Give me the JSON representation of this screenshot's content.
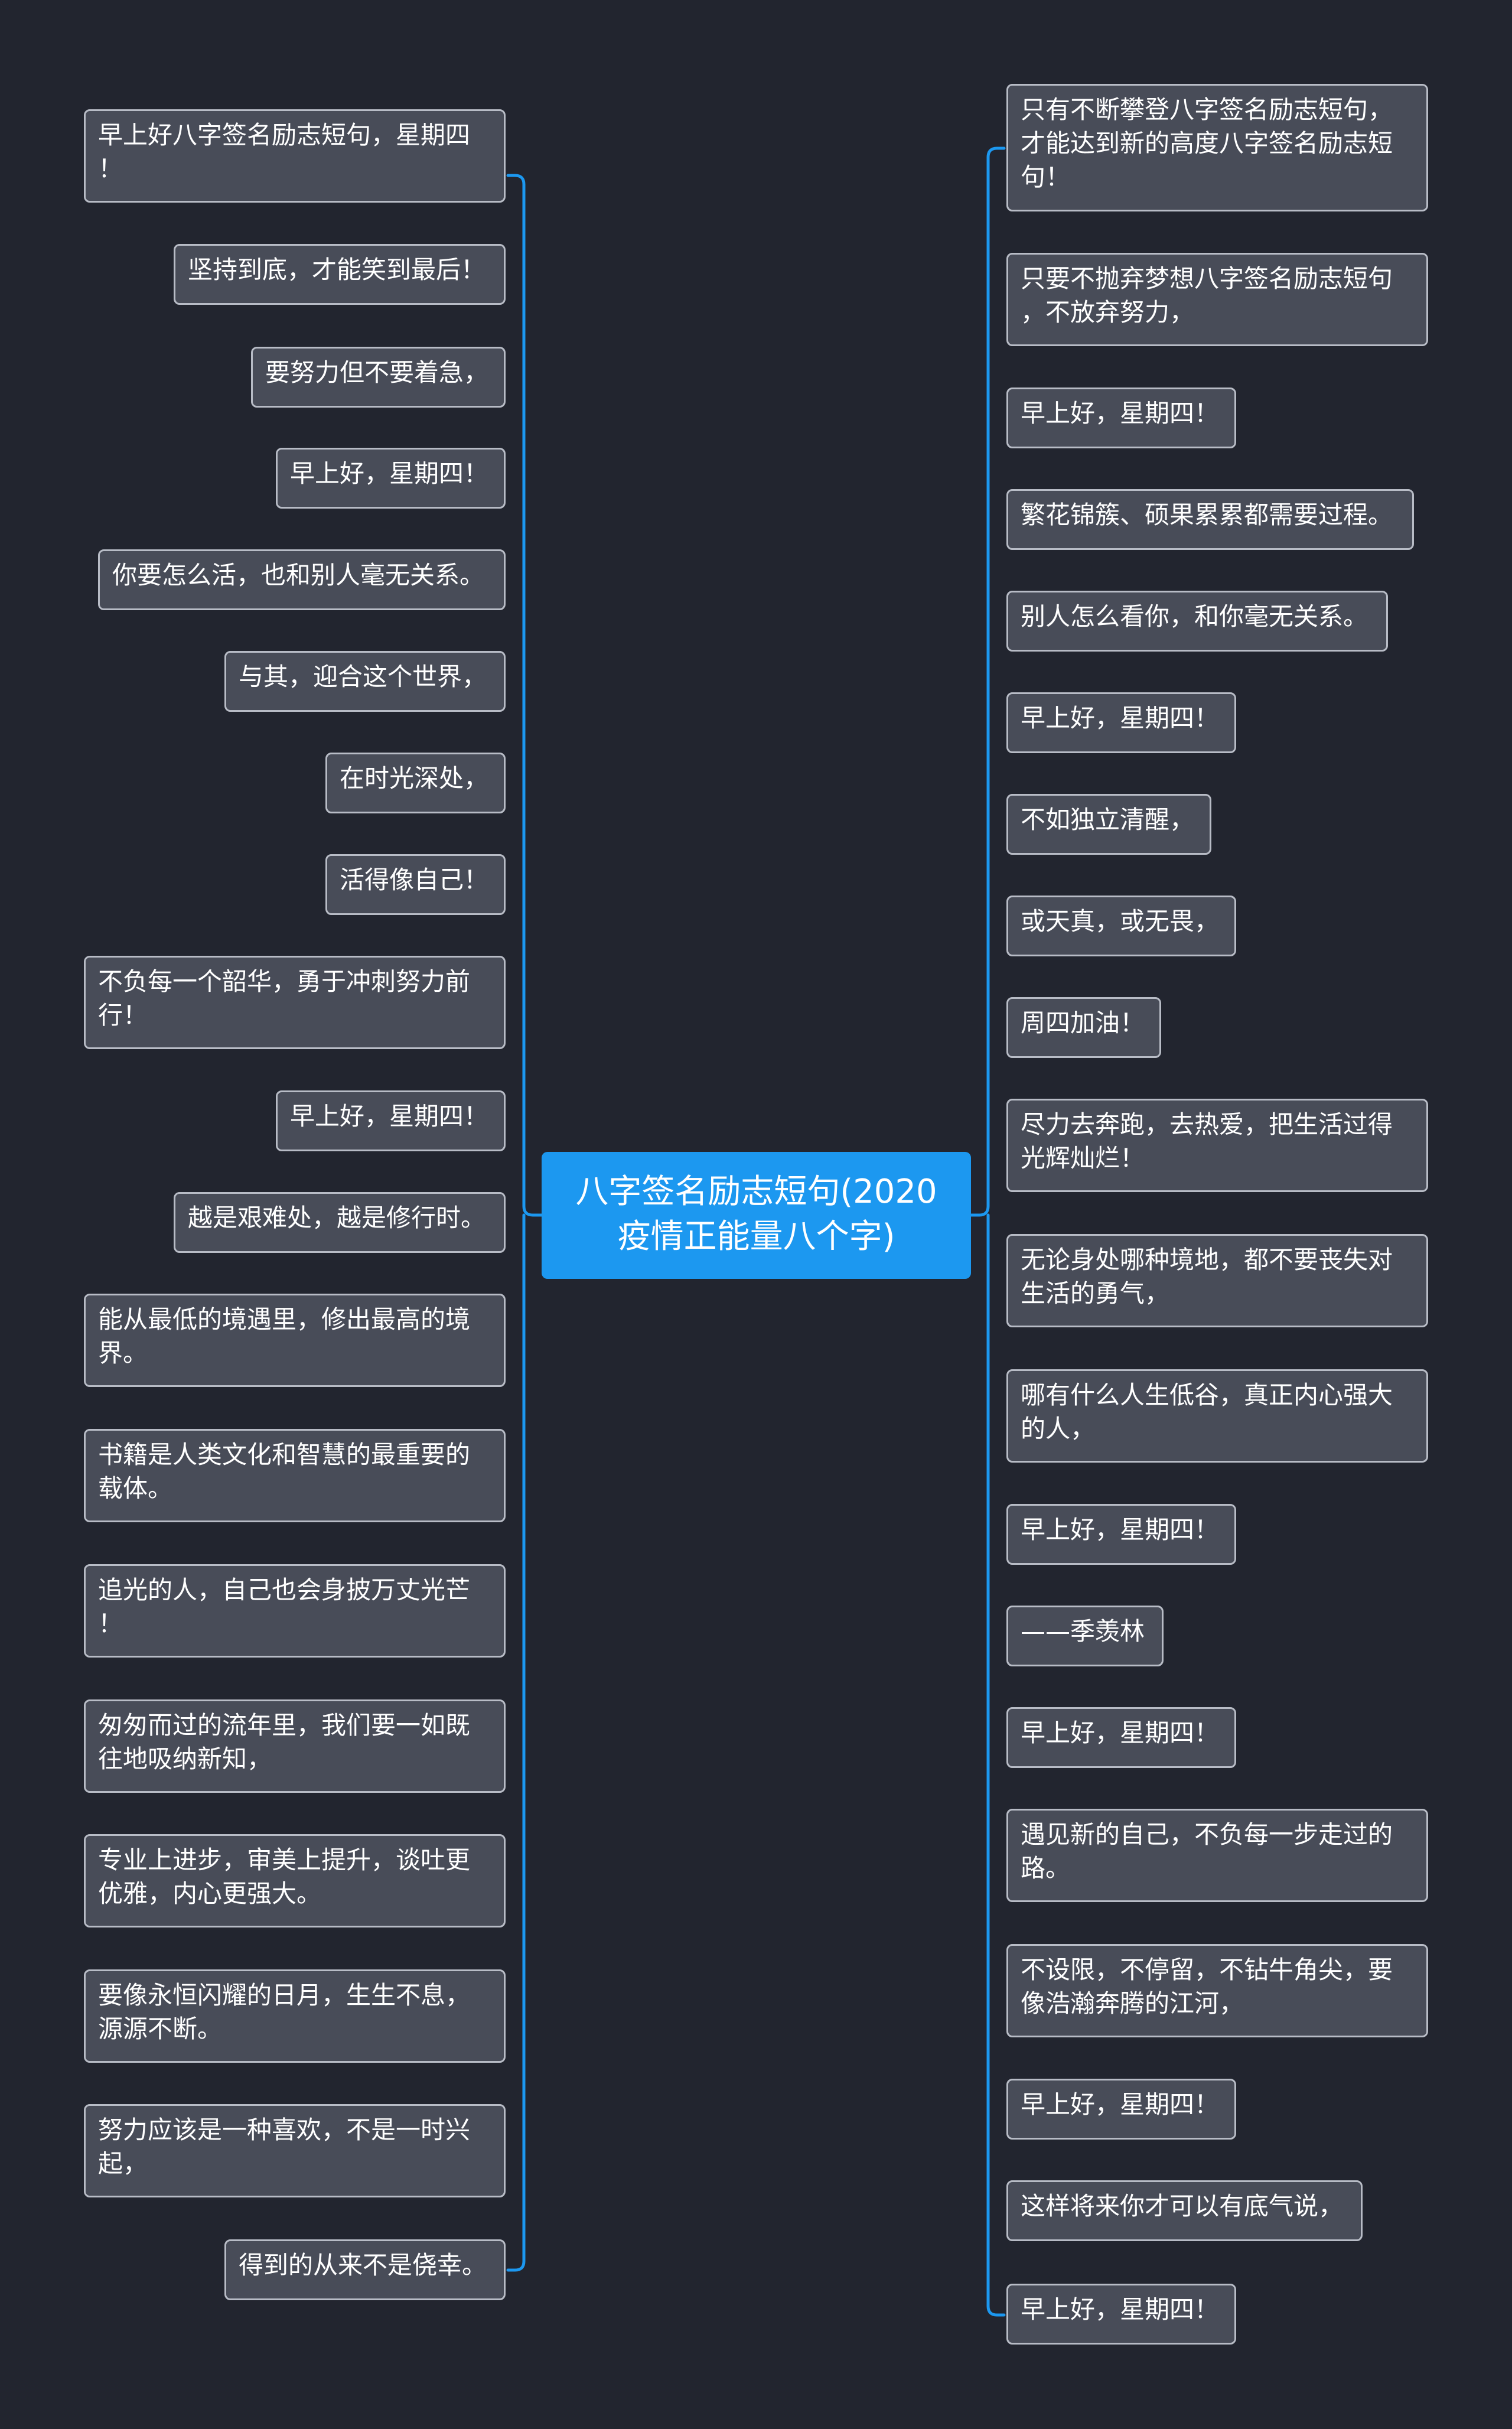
{
  "center": {
    "lines": [
      "八字签名励志短句(2020",
      "疫情正能量八个字)"
    ]
  },
  "left_branches": [
    {
      "lines": [
        "早上好八字签名励志短句，星期四",
        "！"
      ]
    },
    {
      "lines": [
        "坚持到底，才能笑到最后！"
      ]
    },
    {
      "lines": [
        "要努力但不要着急，"
      ]
    },
    {
      "lines": [
        "早上好，星期四！"
      ]
    },
    {
      "lines": [
        "你要怎么活，也和别人毫无关系。"
      ]
    },
    {
      "lines": [
        "与其，迎合这个世界，"
      ]
    },
    {
      "lines": [
        "在时光深处，"
      ]
    },
    {
      "lines": [
        "活得像自己！"
      ]
    },
    {
      "lines": [
        "不负每一个韶华，勇于冲刺努力前",
        "行！"
      ]
    },
    {
      "lines": [
        "早上好，星期四！"
      ]
    },
    {
      "lines": [
        "越是艰难处，越是修行时。"
      ]
    },
    {
      "lines": [
        "能从最低的境遇里，修出最高的境",
        "界。"
      ]
    },
    {
      "lines": [
        "书籍是人类文化和智慧的最重要的",
        "载体。"
      ]
    },
    {
      "lines": [
        "追光的人，自己也会身披万丈光芒",
        "！"
      ]
    },
    {
      "lines": [
        "匆匆而过的流年里，我们要一如既",
        "往地吸纳新知，"
      ]
    },
    {
      "lines": [
        "专业上进步，审美上提升，谈吐更",
        "优雅，内心更强大。"
      ]
    },
    {
      "lines": [
        "要像永恒闪耀的日月，生生不息，",
        "源源不断。"
      ]
    },
    {
      "lines": [
        "努力应该是一种喜欢，不是一时兴",
        "起，"
      ]
    },
    {
      "lines": [
        "得到的从来不是侥幸。"
      ]
    }
  ],
  "right_branches": [
    {
      "lines": [
        "只有不断攀登八字签名励志短句，",
        "才能达到新的高度八字签名励志短",
        "句！"
      ]
    },
    {
      "lines": [
        "只要不抛弃梦想八字签名励志短句",
        "，不放弃努力，"
      ]
    },
    {
      "lines": [
        "早上好，星期四！"
      ]
    },
    {
      "lines": [
        "繁花锦簇、硕果累累都需要过程。"
      ]
    },
    {
      "lines": [
        "别人怎么看你，和你毫无关系。"
      ]
    },
    {
      "lines": [
        "早上好，星期四！"
      ]
    },
    {
      "lines": [
        "不如独立清醒，"
      ]
    },
    {
      "lines": [
        "或天真，或无畏，"
      ]
    },
    {
      "lines": [
        "周四加油！"
      ]
    },
    {
      "lines": [
        "尽力去奔跑，去热爱，把生活过得",
        "光辉灿烂！"
      ]
    },
    {
      "lines": [
        "无论身处哪种境地，都不要丧失对",
        "生活的勇气，"
      ]
    },
    {
      "lines": [
        "哪有什么人生低谷，真正内心强大",
        "的人，"
      ]
    },
    {
      "lines": [
        "早上好，星期四！"
      ]
    },
    {
      "lines": [
        "——季羡林"
      ]
    },
    {
      "lines": [
        "早上好，星期四！"
      ]
    },
    {
      "lines": [
        "遇见新的自己，不负每一步走过的",
        "路。"
      ]
    },
    {
      "lines": [
        "不设限，不停留，不钻牛角尖，要",
        "像浩瀚奔腾的江河，"
      ]
    },
    {
      "lines": [
        "早上好，星期四！"
      ]
    },
    {
      "lines": [
        "这样将来你才可以有底气说，"
      ]
    },
    {
      "lines": [
        "早上好，星期四！"
      ]
    }
  ],
  "colors": {
    "background": "#22252f",
    "center_fill": "#1c98f0",
    "node_fill": "#484c58",
    "node_border": "#b8bcc6",
    "connector": "#1c98f0"
  }
}
